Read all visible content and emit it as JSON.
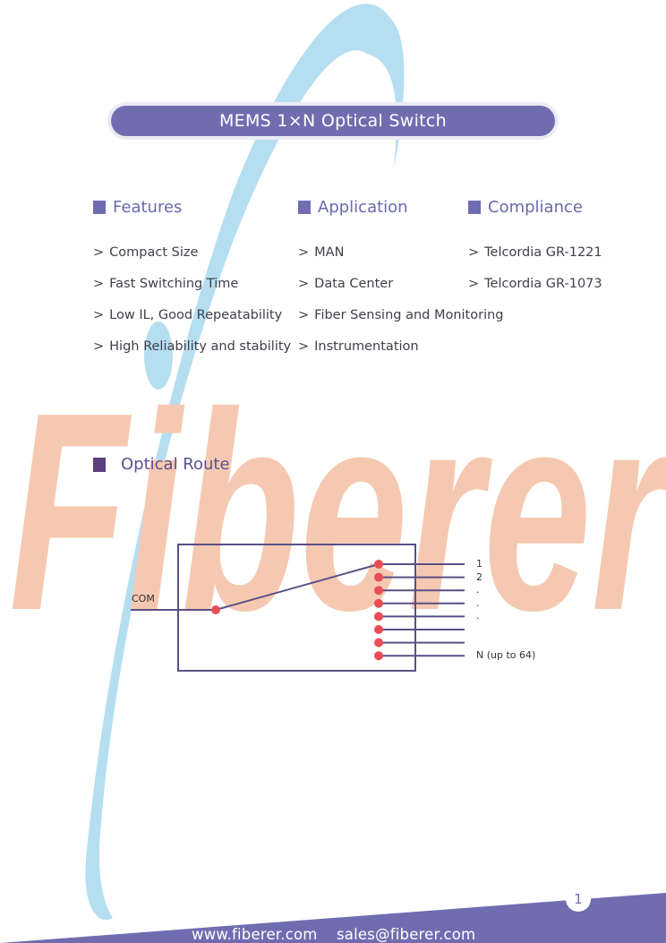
{
  "header": {
    "title": "MEMS 1×N Optical Switch"
  },
  "watermark": {
    "text": "Fiberer",
    "color": "#f5c9b1"
  },
  "sections": [
    {
      "heading": "Features",
      "items": [
        "Compact Size",
        "Fast Switching Time",
        "Low IL, Good Repeatability",
        "High Reliability and stability"
      ]
    },
    {
      "heading": "Application",
      "items": [
        "MAN",
        "Data Center",
        "Fiber Sensing and Monitoring",
        "Instrumentation"
      ]
    },
    {
      "heading": "Compliance",
      "items": [
        "Telcordia GR-1221",
        "Telcordia GR-1073"
      ]
    }
  ],
  "bullet": ">",
  "optical_route": {
    "heading": "Optical Route",
    "com_label": "COM",
    "port_labels": [
      "1",
      "2",
      ".",
      ".",
      ".",
      "",
      "",
      "N (up to 64)"
    ],
    "dot_color": "#e84d55",
    "line_color": "#5b4f86"
  },
  "footer": {
    "website": "www.fiberer.com",
    "email": "sales@fiberer.com",
    "page_number": "1",
    "color": "#6f6db0"
  },
  "colors": {
    "accent": "#6f6db0",
    "text": "#3f3f4a",
    "arc": "#a8d8ef"
  }
}
